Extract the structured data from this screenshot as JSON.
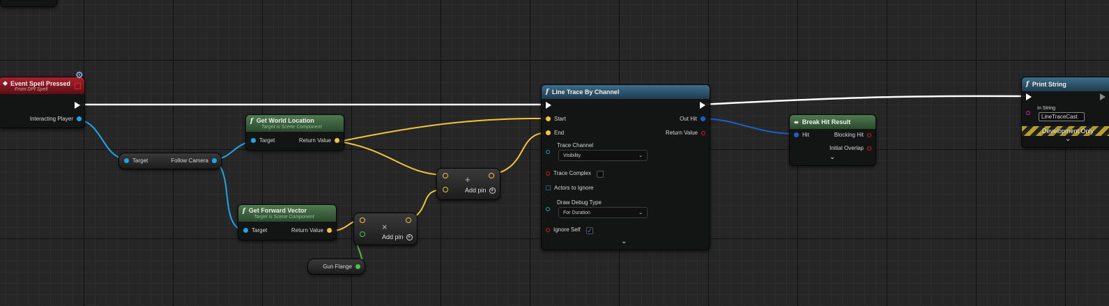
{
  "event_node": {
    "title": "Event Spell Pressed",
    "subtitle": "From DPI Spell",
    "pin_interacting_player": "Interacting Player"
  },
  "follow_camera_node": {
    "pin_target": "Target",
    "pin_output": "Follow Camera"
  },
  "get_world_location": {
    "title": "Get World Location",
    "subtitle": "Target is Scene Component",
    "pin_target": "Target",
    "pin_return": "Return Value"
  },
  "get_forward_vector": {
    "title": "Get Forward Vector",
    "subtitle": "Target is Scene Component",
    "pin_target": "Target",
    "pin_return": "Return Value"
  },
  "gun_flange": {
    "label": "Gun Flange"
  },
  "multiply_node": {
    "symbol": "×",
    "add_pin": "Add pin"
  },
  "add_node": {
    "symbol": "+",
    "add_pin": "Add pin"
  },
  "line_trace": {
    "title": "Line Trace By Channel",
    "pin_start": "Start",
    "pin_end": "End",
    "trace_channel_label": "Trace Channel",
    "trace_channel_value": "Visibility",
    "trace_complex": "Trace Complex",
    "actors_to_ignore": "Actors to Ignore",
    "draw_debug_label": "Draw Debug Type",
    "draw_debug_value": "For Duration",
    "ignore_self": "Ignore Self",
    "pin_out_hit": "Out Hit",
    "pin_return": "Return Value",
    "ignore_self_checked": true,
    "trace_complex_checked": false
  },
  "break_hit": {
    "title": "Break Hit Result",
    "pin_hit": "Hit",
    "pin_blocking": "Blocking Hit",
    "pin_overlap": "Initial Overlap"
  },
  "print_string": {
    "title": "Print String",
    "in_string_label": "In String",
    "in_string_value": "LineTraceCast",
    "dev_only": "Development Only"
  },
  "colors": {
    "exec": "#ffffff",
    "object": "#1ea7e8",
    "vector": "#f2c53a",
    "struct": "#1f5ec9",
    "bool": "#c8242e",
    "event_header": "#a8202c"
  }
}
